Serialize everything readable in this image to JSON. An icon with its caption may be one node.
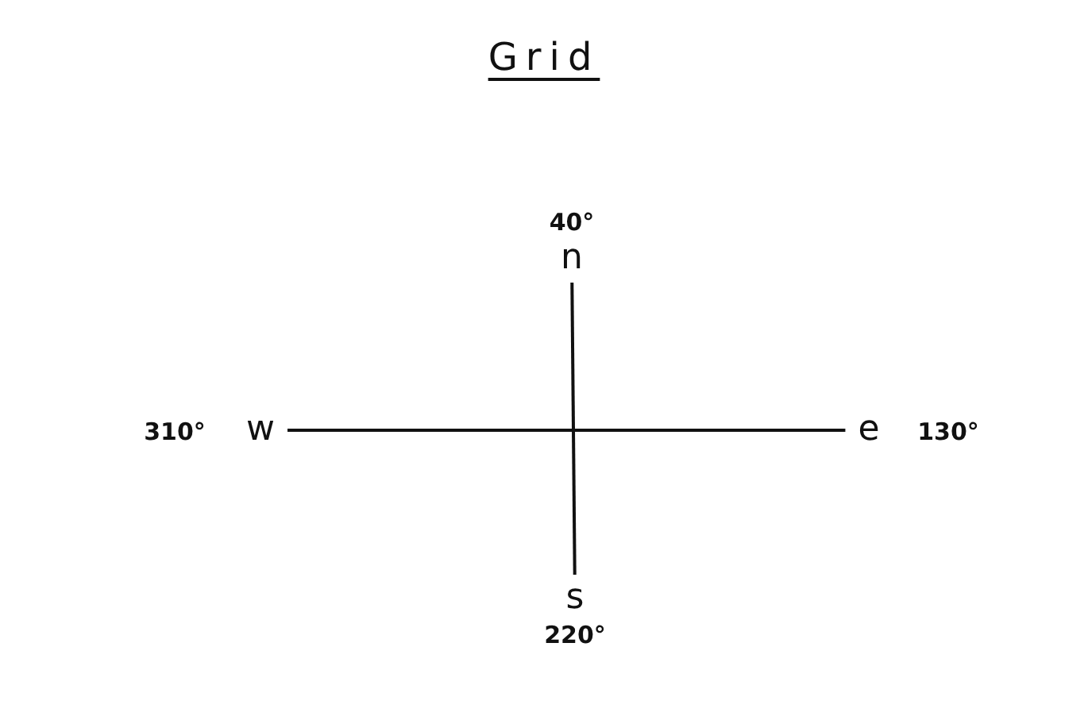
{
  "diagram": {
    "title": "Grid",
    "nodes": [
      {
        "text": [
          "n"
        ],
        "beside": [
          "40°"
        ]
      },
      {
        "text": [
          "w"
        ],
        "beside": [
          "310°"
        ]
      },
      {
        "text": [
          "e"
        ],
        "beside": [
          "130°"
        ]
      },
      {
        "text": [
          "s"
        ],
        "beside": [
          "220°"
        ]
      }
    ],
    "edges": [
      {
        "from": 0,
        "to": 3,
        "arrow": "none"
      },
      {
        "from": 1,
        "to": 2,
        "arrow": "none"
      }
    ]
  }
}
